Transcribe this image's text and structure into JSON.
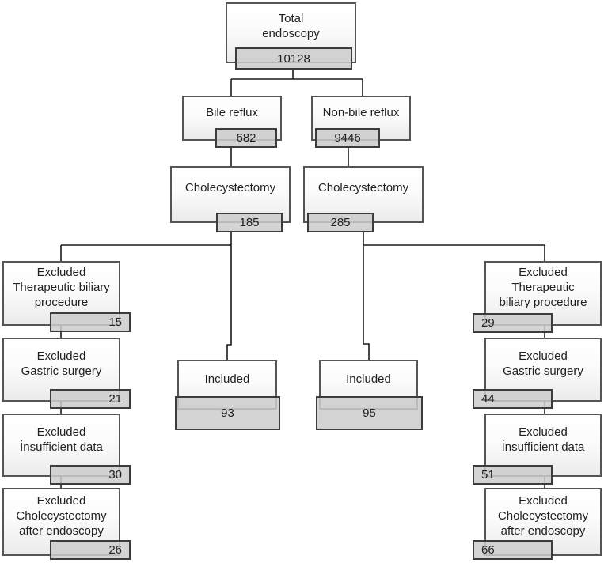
{
  "flowchart": {
    "total": {
      "label": "Total\nendoscopy",
      "count": "10128"
    },
    "bile_reflux": {
      "label": "Bile reflux",
      "count": "682"
    },
    "non_bile_reflux": {
      "label": "Non-bile reflux",
      "count": "9446"
    },
    "cholecystectomy_bile": {
      "label": "Cholecystectomy",
      "count": "185"
    },
    "cholecystectomy_non_bile": {
      "label": "Cholecystectomy",
      "count": "285"
    },
    "excluded_left": [
      {
        "label": "Excluded\nTherapeutic biliary\nprocedure",
        "count": "15"
      },
      {
        "label": "Excluded\nGastric surgery",
        "count": "21"
      },
      {
        "label": "Excluded\nİnsufficient data",
        "count": "30"
      },
      {
        "label": "Excluded\nCholecystectomy\nafter endoscopy",
        "count": "26"
      }
    ],
    "excluded_right": [
      {
        "label": "Excluded\nTherapeutic\nbiliary procedure",
        "count": "29"
      },
      {
        "label": "Excluded\nGastric surgery",
        "count": "44"
      },
      {
        "label": "Excluded\nİnsufficient data",
        "count": "51"
      },
      {
        "label": "Excluded\nCholecystectomy\nafter endoscopy",
        "count": "66"
      }
    ],
    "included_bile": {
      "label": "Included",
      "count": "93"
    },
    "included_non_bile": {
      "label": "Included",
      "count": "95"
    }
  },
  "colors": {
    "box_border": "#555555",
    "badge_border": "#3c3c3c",
    "badge_fill": "#cdcdcd",
    "connector": "#1a1a1a",
    "text": "#1f1f1f",
    "background": "#ffffff"
  }
}
